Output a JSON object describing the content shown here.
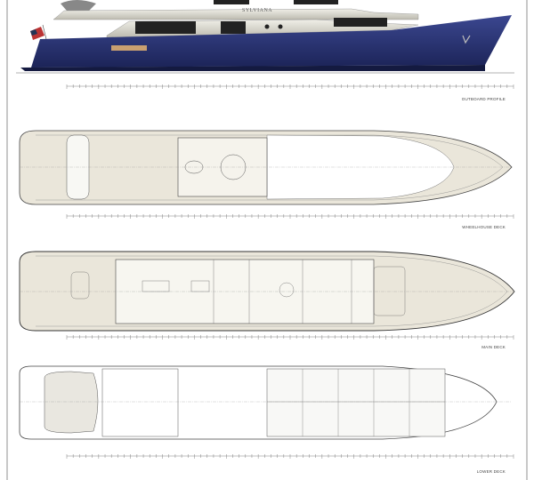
{
  "vessel_name": "SYLVIANA",
  "colors": {
    "hull": "#2a3470",
    "superstructure": "#d8d6cc",
    "deck_teak": "#e8e4d8",
    "line": "#555555"
  },
  "views": [
    {
      "label": "OUTBOARD PROFILE"
    },
    {
      "label": "WHEELHOUSE DECK"
    },
    {
      "label": "MAIN DECK"
    },
    {
      "label": "LOWER DECK"
    }
  ],
  "flag_icon": "us-flag"
}
